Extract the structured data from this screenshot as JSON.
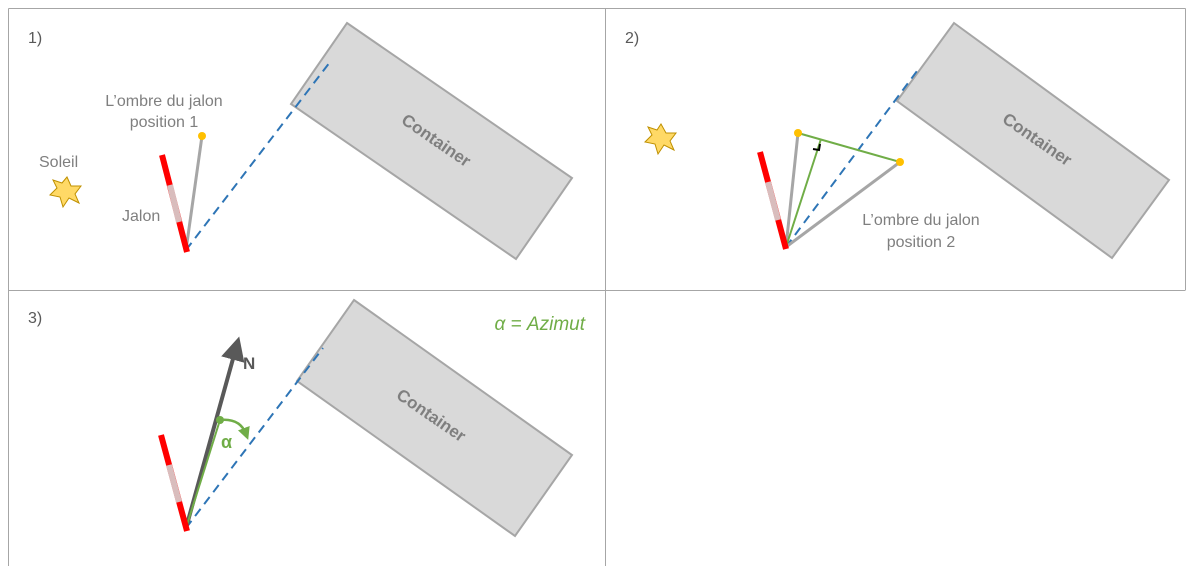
{
  "panels": [
    {
      "number": "1)",
      "container_label": "Container",
      "sun_label": "Soleil",
      "pole_label": "Jalon",
      "shadow_label_line1": "L’ombre du jalon",
      "shadow_label_line2": "position 1"
    },
    {
      "number": "2)",
      "container_label": "Container",
      "shadow_label_line1": "L’ombre du jalon",
      "shadow_label_line2": "position 2"
    },
    {
      "number": "3)",
      "container_label": "Container",
      "azimuth_legend": "α = Azimut",
      "alpha_symbol": "α",
      "north_label": "N"
    }
  ],
  "colors": {
    "border": "#a6a6a6",
    "container_fill": "#d9d9d9",
    "container_stroke": "#a6a6a6",
    "pole_red": "#ff0000",
    "pole_light": "#d9bdbd",
    "shadow_grey": "#a6a6a6",
    "dashed_blue": "#2e75b6",
    "sun_fill": "#ffd966",
    "sun_stroke": "#bf9000",
    "point_orange": "#ffc000",
    "green": "#70ad47",
    "north_arrow": "#595959"
  }
}
